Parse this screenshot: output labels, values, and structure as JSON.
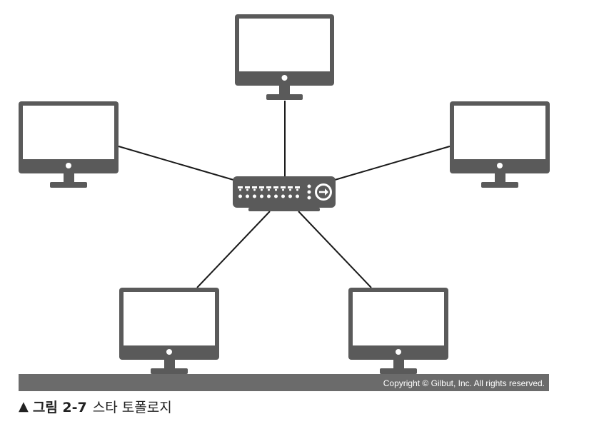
{
  "colors": {
    "device": "#5a5a5a",
    "screen": "#ffffff",
    "link": "#1a1a1a",
    "bar": "#6b6b6b"
  },
  "topology": {
    "hub": {
      "icon": "network-switch-icon"
    },
    "nodes": [
      {
        "id": "top",
        "icon": "monitor-icon"
      },
      {
        "id": "upper-left",
        "icon": "monitor-icon"
      },
      {
        "id": "upper-right",
        "icon": "monitor-icon"
      },
      {
        "id": "lower-left",
        "icon": "monitor-icon"
      },
      {
        "id": "lower-right",
        "icon": "monitor-icon"
      }
    ]
  },
  "footer": {
    "copyright": "Copyright © Gilbut, Inc. All rights reserved."
  },
  "caption": {
    "marker": "▲",
    "label": "그림 2-7",
    "title": "스타 토폴로지"
  }
}
